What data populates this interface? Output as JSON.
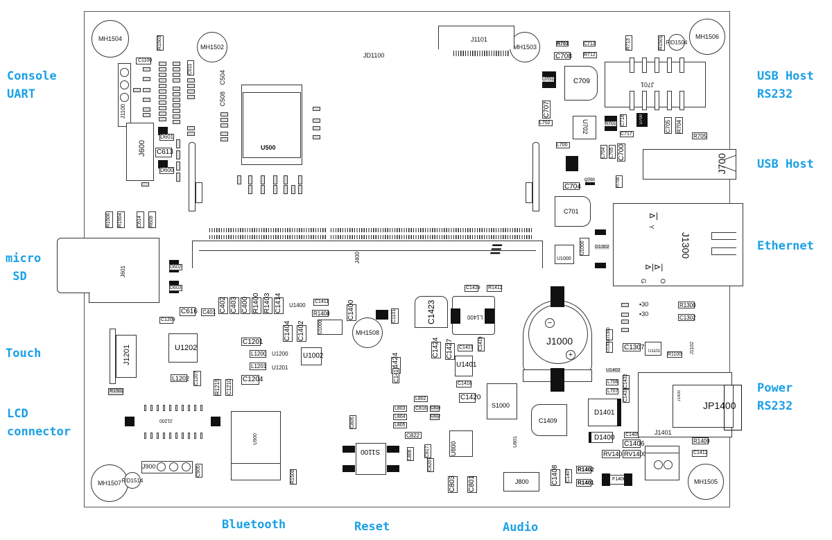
{
  "callouts": {
    "console_uart": "Console\nUART",
    "usb_host_rs232": "USB Host\nRS232",
    "usb_host": "USB Host",
    "ethernet": "Ethernet",
    "micro_sd": "micro\n SD",
    "touch": "Touch",
    "power_rs232": "Power\nRS232",
    "lcd_connector": "LCD\nconnector",
    "bluetooth": "Bluetooth",
    "reset": "Reset",
    "audio": "Audio"
  },
  "colors": {
    "callout": "#1aa0e6",
    "outline": "#333333",
    "pad": "#111111"
  },
  "mounting_holes": [
    "MH1504",
    "MH1502",
    "MH1503",
    "MH1506",
    "MH1508",
    "MH1507",
    "MH1505"
  ],
  "fiducials": [
    "FID1504",
    "FID1514"
  ],
  "components": {
    "jd1100": "JD1100",
    "j1101": "J1101",
    "u500": "U500",
    "j400": "J400",
    "j1100": "J1100",
    "j600": "J600",
    "c613": "C613",
    "d601": "D601",
    "d600": "D600",
    "c1100": "C1100",
    "r1503": "R1503",
    "c511": "C511",
    "c504": "C504",
    "c508": "C508",
    "r1506": "R1506",
    "r1504": "R1504",
    "c614": "C614",
    "r609": "R609",
    "j601": "J601",
    "d602": "D602",
    "d603": "D603",
    "c616": "C616",
    "c401": "C401",
    "c402": "C402",
    "c403": "C403",
    "c400": "C400",
    "r1400": "R1400",
    "r1403": "R1403",
    "c1414": "C1414",
    "u1400": "U1400",
    "c1411": "C1411",
    "r1408": "R1408",
    "c1404": "C1404",
    "c1402": "C1402",
    "u1000": "U1000",
    "c1400": "C1400",
    "c1101": "C1101",
    "c1423": "C1423",
    "l1400": "L1400",
    "c1429": "C1429",
    "r1412": "R1412",
    "c1209": "C1209",
    "u1202": "U1202",
    "j1201": "J1201",
    "l1202": "L1202",
    "c1207": "C1207",
    "r1215": "R1215",
    "c1210": "C1210",
    "r1502": "R1502",
    "c1201": "C1201",
    "l1200": "L1200",
    "l1201": "L1201",
    "c1204": "C1204",
    "u1200": "U1200",
    "u1201": "U1201",
    "u1002": "U1002",
    "c1424": "C1424",
    "c1427": "C1427",
    "c1421": "C1421",
    "c1419": "C1419",
    "c1417": "C1417",
    "u1401": "U1401",
    "c1418": "C1418",
    "c1420": "C1420",
    "s1000": "S1000",
    "c1409": "C1409",
    "j1000": "J1000",
    "minus": "−",
    "plus": "+",
    "j1200": "J1200",
    "j900": "J900",
    "c905": "C905",
    "u900": "U900",
    "r1500": "R1500",
    "s1100": "S1100",
    "l802": "L802",
    "l803": "L803",
    "l804": "L804",
    "l805": "L805",
    "c816": "C816",
    "c814": "C814",
    "c812": "C812",
    "c822": "C822",
    "c805": "C805",
    "c817": "C817",
    "c820": "C820",
    "l806": "L806",
    "u800": "U800",
    "c803": "C803",
    "c801": "C801",
    "j800": "J800",
    "u801": "U801",
    "c1408": "C1408",
    "c1407": "C1407",
    "r1402": "R1402",
    "r1401": "R1401",
    "f1400": "F1400",
    "d1401": "D1401",
    "d1400": "D1400",
    "c1405": "C1405",
    "c1406": "C1406",
    "rv1401": "RV1401",
    "rv1400": "RV1400",
    "j1401": "J1401",
    "jp1400": "JP1400",
    "j1400": "J1400",
    "r1409": "R1409",
    "c1412": "C1412",
    "l706": "L706",
    "l707": "L707",
    "c1432": "C1432",
    "c1431": "C1431",
    "u1402": "U1402",
    "j1102": "J1102",
    "r1300": "R1300",
    "c1302": "C1302",
    "c1307": "C1307",
    "r1100": "R1100",
    "u1101": "U1101",
    "u1300": "U1300",
    "u1301": "U1301",
    "j1300": "J1300",
    "y_label": "Y",
    "g_label": "G",
    "o_label": "O",
    "c701": "C701",
    "d1302": "D1302",
    "r703": "R703",
    "c713": "C713",
    "c708": "C708",
    "r712": "R712",
    "c709": "C709",
    "u701": "U701",
    "c707": "C707",
    "l702": "L702",
    "u702": "U702",
    "l700": "L700",
    "r701": "R701",
    "c716": "C716",
    "c717": "C717",
    "u700": "U700",
    "l704": "L704",
    "l705": "L705",
    "c700": "C700",
    "c704": "C704",
    "q700": "Q700",
    "r708": "R708",
    "r713": "R713",
    "r1501": "R1501",
    "j701": "J701",
    "c705": "C705",
    "r704": "R704",
    "r705": "R705",
    "j700": "J700"
  }
}
